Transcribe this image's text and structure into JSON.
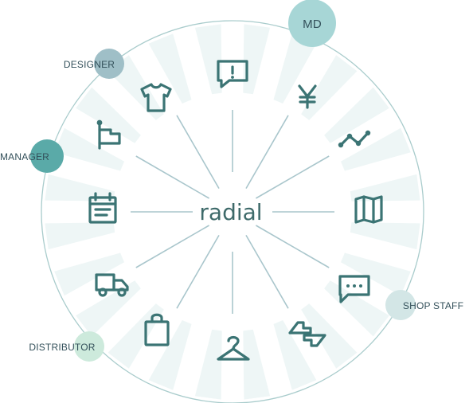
{
  "center": {
    "label": "radial"
  },
  "roles": [
    {
      "id": "md",
      "label": "MD",
      "color": "#a7d6d6"
    },
    {
      "id": "designer",
      "label": "DESIGNER",
      "color": "#9fbfc7"
    },
    {
      "id": "manager",
      "label": "MANAGER",
      "color": "#5aaaa8"
    },
    {
      "id": "shop-staff",
      "label": "SHOP STAFF",
      "color": "#d3e6e6"
    },
    {
      "id": "distributor",
      "label": "DISTRIBUTOR",
      "color": "#cdeadc"
    }
  ],
  "spokes": [
    {
      "icon": "alert-chat-icon"
    },
    {
      "icon": "yen-icon"
    },
    {
      "icon": "trend-line-icon"
    },
    {
      "icon": "map-icon"
    },
    {
      "icon": "chat-dots-icon"
    },
    {
      "icon": "handshake-icon"
    },
    {
      "icon": "hanger-icon"
    },
    {
      "icon": "shopping-bag-icon"
    },
    {
      "icon": "truck-icon"
    },
    {
      "icon": "calendar-icon"
    },
    {
      "icon": "flag-icon"
    },
    {
      "icon": "tshirt-icon"
    }
  ],
  "colors": {
    "circle_stroke": "#a9cccc",
    "spoke": "#a9c6cc",
    "icon": "#3b7474",
    "sunburst": "#eef6f6"
  }
}
